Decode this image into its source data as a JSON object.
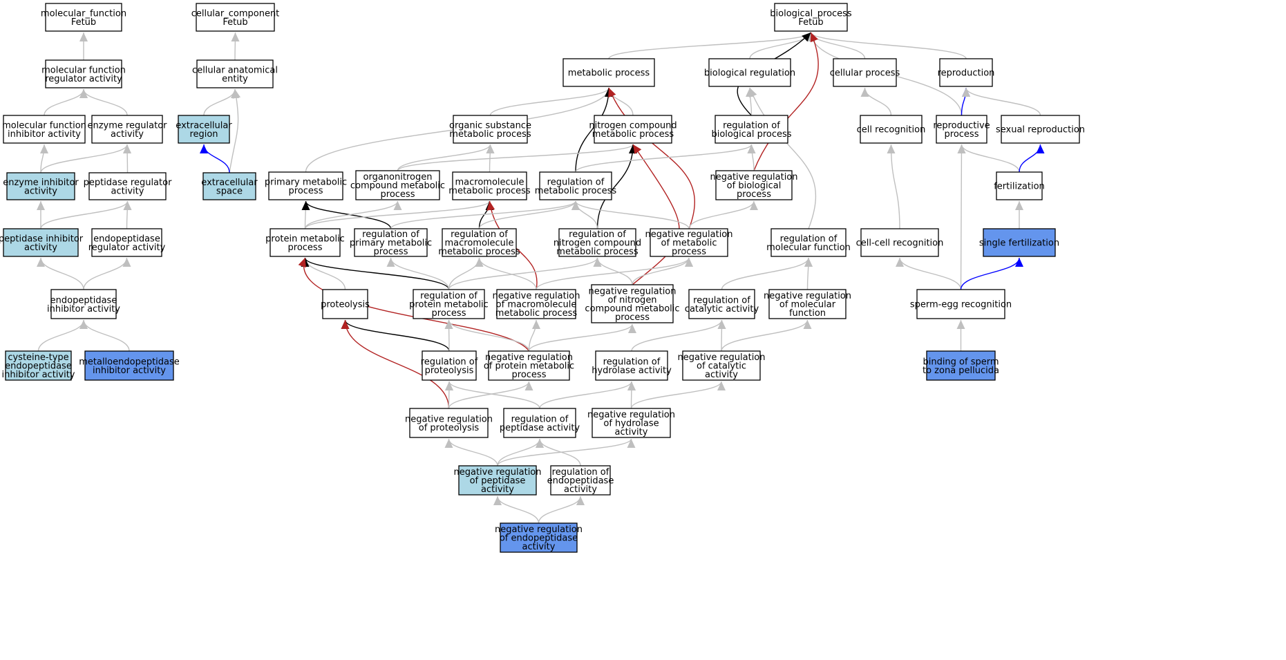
{
  "colors": {
    "white": "#ffffff",
    "light": "#add8e6",
    "strong": "#6495ed",
    "gray": "#bfbfbf",
    "black": "#000000",
    "red": "#b22222",
    "blue": "#0000ff"
  },
  "nodes": [
    {
      "id": "mf_root",
      "label": [
        "molecular_function",
        "Fetub"
      ],
      "fill": "white"
    },
    {
      "id": "mf_reg",
      "label": [
        "molecular function",
        "regulator activity"
      ],
      "fill": "white"
    },
    {
      "id": "mf_inh",
      "label": [
        "molecular function",
        "inhibitor activity"
      ],
      "fill": "white"
    },
    {
      "id": "enz_reg",
      "label": [
        "enzyme regulator",
        "activity"
      ],
      "fill": "white"
    },
    {
      "id": "enz_inh",
      "label": [
        "enzyme inhibitor",
        "activity"
      ],
      "fill": "light"
    },
    {
      "id": "pep_reg",
      "label": [
        "peptidase regulator",
        "activity"
      ],
      "fill": "white"
    },
    {
      "id": "pep_inh",
      "label": [
        "peptidase inhibitor",
        "activity"
      ],
      "fill": "light"
    },
    {
      "id": "endo_reg",
      "label": [
        "endopeptidase",
        "regulator activity"
      ],
      "fill": "white"
    },
    {
      "id": "endo_inh",
      "label": [
        "endopeptidase",
        "inhibitor activity"
      ],
      "fill": "white"
    },
    {
      "id": "cys_inh",
      "label": [
        "cysteine-type",
        "endopeptidase",
        "inhibitor activity"
      ],
      "fill": "light"
    },
    {
      "id": "metallo_inh",
      "label": [
        "metalloendopeptidase",
        "inhibitor activity"
      ],
      "fill": "strong"
    },
    {
      "id": "cc_root",
      "label": [
        "cellular_component",
        "Fetub"
      ],
      "fill": "white"
    },
    {
      "id": "cae",
      "label": [
        "cellular anatomical",
        "entity"
      ],
      "fill": "white"
    },
    {
      "id": "ext_region",
      "label": [
        "extracellular",
        "region"
      ],
      "fill": "light"
    },
    {
      "id": "ext_space",
      "label": [
        "extracellular",
        "space"
      ],
      "fill": "light"
    },
    {
      "id": "bp_root",
      "label": [
        "biological_process",
        "Fetub"
      ],
      "fill": "white"
    },
    {
      "id": "metabolic",
      "label": [
        "metabolic process"
      ],
      "fill": "white"
    },
    {
      "id": "bio_reg",
      "label": [
        "biological regulation"
      ],
      "fill": "white"
    },
    {
      "id": "cellular",
      "label": [
        "cellular process"
      ],
      "fill": "white"
    },
    {
      "id": "reproduction",
      "label": [
        "reproduction"
      ],
      "fill": "white"
    },
    {
      "id": "org_sub",
      "label": [
        "organic substance",
        "metabolic process"
      ],
      "fill": "white"
    },
    {
      "id": "nitro",
      "label": [
        "nitrogen compound",
        "metabolic process"
      ],
      "fill": "white"
    },
    {
      "id": "reg_bio",
      "label": [
        "regulation of",
        "biological process"
      ],
      "fill": "white"
    },
    {
      "id": "cell_recog",
      "label": [
        "cell recognition"
      ],
      "fill": "white"
    },
    {
      "id": "repro_proc",
      "label": [
        "reproductive",
        "process"
      ],
      "fill": "white"
    },
    {
      "id": "sexual",
      "label": [
        "sexual reproduction"
      ],
      "fill": "white"
    },
    {
      "id": "primary",
      "label": [
        "primary metabolic",
        "process"
      ],
      "fill": "white"
    },
    {
      "id": "organonitro",
      "label": [
        "organonitrogen",
        "compound metabolic",
        "process"
      ],
      "fill": "white"
    },
    {
      "id": "macro",
      "label": [
        "macromolecule",
        "metabolic process"
      ],
      "fill": "white"
    },
    {
      "id": "reg_met",
      "label": [
        "regulation of",
        "metabolic process"
      ],
      "fill": "white"
    },
    {
      "id": "neg_reg_bio",
      "label": [
        "negative regulation",
        "of biological",
        "process"
      ],
      "fill": "white"
    },
    {
      "id": "fertilization",
      "label": [
        "fertilization"
      ],
      "fill": "white"
    },
    {
      "id": "protein_met",
      "label": [
        "protein metabolic",
        "process"
      ],
      "fill": "white"
    },
    {
      "id": "reg_primary",
      "label": [
        "regulation of",
        "primary metabolic",
        "process"
      ],
      "fill": "white"
    },
    {
      "id": "reg_macro",
      "label": [
        "regulation of",
        "macromolecule",
        "metabolic process"
      ],
      "fill": "white"
    },
    {
      "id": "reg_nitro",
      "label": [
        "regulation of",
        "nitrogen compound",
        "metabolic process"
      ],
      "fill": "white"
    },
    {
      "id": "neg_reg_met",
      "label": [
        "negative regulation",
        "of metabolic",
        "process"
      ],
      "fill": "white"
    },
    {
      "id": "reg_molfunc",
      "label": [
        "regulation of",
        "molecular function"
      ],
      "fill": "white"
    },
    {
      "id": "cell_cell",
      "label": [
        "cell-cell recognition"
      ],
      "fill": "white"
    },
    {
      "id": "single_fert",
      "label": [
        "single fertilization"
      ],
      "fill": "strong"
    },
    {
      "id": "proteolysis",
      "label": [
        "proteolysis"
      ],
      "fill": "white"
    },
    {
      "id": "reg_protein",
      "label": [
        "regulation of",
        "protein metabolic",
        "process"
      ],
      "fill": "white"
    },
    {
      "id": "neg_reg_macro",
      "label": [
        "negative regulation",
        "of macromolecule",
        "metabolic process"
      ],
      "fill": "white"
    },
    {
      "id": "neg_reg_nitro",
      "label": [
        "negative regulation",
        "of nitrogen",
        "compound metabolic",
        "process"
      ],
      "fill": "white"
    },
    {
      "id": "reg_cat",
      "label": [
        "regulation of",
        "catalytic activity"
      ],
      "fill": "white"
    },
    {
      "id": "neg_reg_molfunc",
      "label": [
        "negative regulation",
        "of molecular",
        "function"
      ],
      "fill": "white"
    },
    {
      "id": "sperm_egg",
      "label": [
        "sperm-egg recognition"
      ],
      "fill": "white"
    },
    {
      "id": "reg_proteolysis",
      "label": [
        "regulation of",
        "proteolysis"
      ],
      "fill": "white"
    },
    {
      "id": "neg_reg_protein",
      "label": [
        "negative regulation",
        "of protein metabolic",
        "process"
      ],
      "fill": "white"
    },
    {
      "id": "reg_hydrolase",
      "label": [
        "regulation of",
        "hydrolase activity"
      ],
      "fill": "white"
    },
    {
      "id": "neg_reg_cat",
      "label": [
        "negative regulation",
        "of catalytic",
        "activity"
      ],
      "fill": "white"
    },
    {
      "id": "binding_sperm",
      "label": [
        "binding of sperm",
        "to zona pellucida"
      ],
      "fill": "strong"
    },
    {
      "id": "neg_reg_proteolysis",
      "label": [
        "negative regulation",
        "of proteolysis"
      ],
      "fill": "white"
    },
    {
      "id": "reg_peptidase",
      "label": [
        "regulation of",
        "peptidase activity"
      ],
      "fill": "white"
    },
    {
      "id": "neg_reg_hydrolase",
      "label": [
        "negative regulation",
        "of hydrolase",
        "activity"
      ],
      "fill": "white"
    },
    {
      "id": "neg_reg_peptidase",
      "label": [
        "negative regulation",
        "of peptidase",
        "activity"
      ],
      "fill": "light"
    },
    {
      "id": "reg_endopep",
      "label": [
        "regulation of",
        "endopeptidase",
        "activity"
      ],
      "fill": "white"
    },
    {
      "id": "neg_reg_endopep",
      "label": [
        "negative regulation",
        "of endopeptidase",
        "activity"
      ],
      "fill": "strong"
    }
  ],
  "edges": [
    {
      "from": "mf_reg",
      "to": "mf_root",
      "color": "gray"
    },
    {
      "from": "mf_inh",
      "to": "mf_reg",
      "color": "gray"
    },
    {
      "from": "enz_reg",
      "to": "mf_reg",
      "color": "gray"
    },
    {
      "from": "enz_inh",
      "to": "mf_inh",
      "color": "gray"
    },
    {
      "from": "enz_inh",
      "to": "enz_reg",
      "color": "gray"
    },
    {
      "from": "pep_reg",
      "to": "enz_reg",
      "color": "gray"
    },
    {
      "from": "pep_inh",
      "to": "enz_inh",
      "color": "gray"
    },
    {
      "from": "pep_inh",
      "to": "pep_reg",
      "color": "gray"
    },
    {
      "from": "endo_reg",
      "to": "pep_reg",
      "color": "gray"
    },
    {
      "from": "endo_inh",
      "to": "pep_inh",
      "color": "gray"
    },
    {
      "from": "endo_inh",
      "to": "endo_reg",
      "color": "gray"
    },
    {
      "from": "cys_inh",
      "to": "endo_inh",
      "color": "gray"
    },
    {
      "from": "metallo_inh",
      "to": "endo_inh",
      "color": "gray"
    },
    {
      "from": "cae",
      "to": "cc_root",
      "color": "gray"
    },
    {
      "from": "ext_region",
      "to": "cae",
      "color": "gray"
    },
    {
      "from": "ext_space",
      "to": "cae",
      "color": "gray"
    },
    {
      "from": "ext_space",
      "to": "ext_region",
      "color": "blue"
    },
    {
      "from": "metabolic",
      "to": "bp_root",
      "color": "gray"
    },
    {
      "from": "bio_reg",
      "to": "bp_root",
      "color": "gray"
    },
    {
      "from": "cellular",
      "to": "bp_root",
      "color": "gray"
    },
    {
      "from": "reproduction",
      "to": "bp_root",
      "color": "gray"
    },
    {
      "from": "repro_proc",
      "to": "bp_root",
      "color": "gray"
    },
    {
      "from": "reg_bio",
      "to": "bp_root",
      "color": "black"
    },
    {
      "from": "neg_reg_bio",
      "to": "bp_root",
      "color": "red"
    },
    {
      "from": "org_sub",
      "to": "metabolic",
      "color": "gray"
    },
    {
      "from": "nitro",
      "to": "metabolic",
      "color": "gray"
    },
    {
      "from": "primary",
      "to": "metabolic",
      "color": "gray"
    },
    {
      "from": "reg_met",
      "to": "metabolic",
      "color": "black"
    },
    {
      "from": "neg_reg_met",
      "to": "metabolic",
      "color": "red"
    },
    {
      "from": "reg_bio",
      "to": "bio_reg",
      "color": "gray"
    },
    {
      "from": "reg_molfunc",
      "to": "bio_reg",
      "color": "gray"
    },
    {
      "from": "cell_recog",
      "to": "cellular",
      "color": "gray"
    },
    {
      "from": "repro_proc",
      "to": "reproduction",
      "color": "blue"
    },
    {
      "from": "sexual",
      "to": "reproduction",
      "color": "gray"
    },
    {
      "from": "organonitro",
      "to": "org_sub",
      "color": "gray"
    },
    {
      "from": "macro",
      "to": "org_sub",
      "color": "gray"
    },
    {
      "from": "organonitro",
      "to": "nitro",
      "color": "gray"
    },
    {
      "from": "reg_nitro",
      "to": "nitro",
      "color": "black"
    },
    {
      "from": "neg_reg_nitro",
      "to": "nitro",
      "color": "red"
    },
    {
      "from": "reg_met",
      "to": "reg_bio",
      "color": "gray"
    },
    {
      "from": "neg_reg_bio",
      "to": "reg_bio",
      "color": "gray"
    },
    {
      "from": "cell_cell",
      "to": "cell_recog",
      "color": "gray"
    },
    {
      "from": "fertilization",
      "to": "repro_proc",
      "color": "gray"
    },
    {
      "from": "sperm_egg",
      "to": "repro_proc",
      "color": "gray"
    },
    {
      "from": "fertilization",
      "to": "sexual",
      "color": "blue"
    },
    {
      "from": "protein_met",
      "to": "primary",
      "color": "gray"
    },
    {
      "from": "reg_primary",
      "to": "primary",
      "color": "black"
    },
    {
      "from": "protein_met",
      "to": "organonitro",
      "color": "gray"
    },
    {
      "from": "protein_met",
      "to": "macro",
      "color": "gray"
    },
    {
      "from": "reg_macro",
      "to": "macro",
      "color": "black"
    },
    {
      "from": "neg_reg_macro",
      "to": "macro",
      "color": "red"
    },
    {
      "from": "reg_primary",
      "to": "reg_met",
      "color": "gray"
    },
    {
      "from": "reg_macro",
      "to": "reg_met",
      "color": "gray"
    },
    {
      "from": "reg_nitro",
      "to": "reg_met",
      "color": "gray"
    },
    {
      "from": "neg_reg_met",
      "to": "reg_met",
      "color": "gray"
    },
    {
      "from": "neg_reg_met",
      "to": "neg_reg_bio",
      "color": "gray"
    },
    {
      "from": "single_fert",
      "to": "fertilization",
      "color": "gray"
    },
    {
      "from": "proteolysis",
      "to": "protein_met",
      "color": "gray"
    },
    {
      "from": "reg_protein",
      "to": "protein_met",
      "color": "black"
    },
    {
      "from": "neg_reg_protein",
      "to": "protein_met",
      "color": "red"
    },
    {
      "from": "reg_protein",
      "to": "reg_primary",
      "color": "gray"
    },
    {
      "from": "reg_protein",
      "to": "reg_macro",
      "color": "gray"
    },
    {
      "from": "neg_reg_macro",
      "to": "reg_macro",
      "color": "gray"
    },
    {
      "from": "reg_protein",
      "to": "reg_nitro",
      "color": "gray"
    },
    {
      "from": "neg_reg_nitro",
      "to": "reg_nitro",
      "color": "gray"
    },
    {
      "from": "neg_reg_macro",
      "to": "neg_reg_met",
      "color": "gray"
    },
    {
      "from": "neg_reg_nitro",
      "to": "neg_reg_met",
      "color": "gray"
    },
    {
      "from": "reg_cat",
      "to": "reg_molfunc",
      "color": "gray"
    },
    {
      "from": "neg_reg_molfunc",
      "to": "reg_molfunc",
      "color": "gray"
    },
    {
      "from": "sperm_egg",
      "to": "cell_cell",
      "color": "gray"
    },
    {
      "from": "sperm_egg",
      "to": "single_fert",
      "color": "blue"
    },
    {
      "from": "reg_proteolysis",
      "to": "proteolysis",
      "color": "black"
    },
    {
      "from": "neg_reg_proteolysis",
      "to": "proteolysis",
      "color": "red"
    },
    {
      "from": "reg_proteolysis",
      "to": "reg_protein",
      "color": "gray"
    },
    {
      "from": "neg_reg_protein",
      "to": "reg_protein",
      "color": "gray"
    },
    {
      "from": "neg_reg_protein",
      "to": "neg_reg_macro",
      "color": "gray"
    },
    {
      "from": "neg_reg_protein",
      "to": "neg_reg_nitro",
      "color": "gray"
    },
    {
      "from": "reg_hydrolase",
      "to": "reg_cat",
      "color": "gray"
    },
    {
      "from": "neg_reg_cat",
      "to": "reg_cat",
      "color": "gray"
    },
    {
      "from": "neg_reg_cat",
      "to": "neg_reg_molfunc",
      "color": "gray"
    },
    {
      "from": "binding_sperm",
      "to": "sperm_egg",
      "color": "gray"
    },
    {
      "from": "neg_reg_proteolysis",
      "to": "reg_proteolysis",
      "color": "gray"
    },
    {
      "from": "neg_reg_proteolysis",
      "to": "neg_reg_protein",
      "color": "gray"
    },
    {
      "from": "reg_peptidase",
      "to": "reg_proteolysis",
      "color": "gray"
    },
    {
      "from": "reg_peptidase",
      "to": "reg_hydrolase",
      "color": "gray"
    },
    {
      "from": "neg_reg_hydrolase",
      "to": "reg_hydrolase",
      "color": "gray"
    },
    {
      "from": "neg_reg_hydrolase",
      "to": "neg_reg_cat",
      "color": "gray"
    },
    {
      "from": "neg_reg_peptidase",
      "to": "neg_reg_proteolysis",
      "color": "gray"
    },
    {
      "from": "neg_reg_peptidase",
      "to": "reg_peptidase",
      "color": "gray"
    },
    {
      "from": "neg_reg_peptidase",
      "to": "neg_reg_hydrolase",
      "color": "gray"
    },
    {
      "from": "reg_endopep",
      "to": "reg_peptidase",
      "color": "gray"
    },
    {
      "from": "neg_reg_endopep",
      "to": "neg_reg_peptidase",
      "color": "gray"
    },
    {
      "from": "neg_reg_endopep",
      "to": "reg_endopep",
      "color": "gray"
    }
  ]
}
